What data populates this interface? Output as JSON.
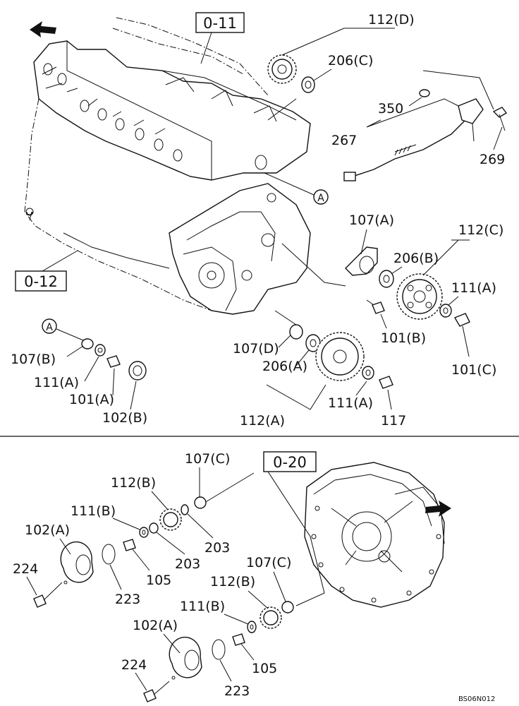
{
  "sections": {
    "upper": {
      "refs": {
        "cylinder_head": "0-11",
        "cylinder_block": "0-12"
      },
      "labels": {
        "p112d": "112(D)",
        "p206c": "206(C)",
        "p350": "350",
        "p267": "267",
        "p269": "269",
        "markA1": "A",
        "markA2": "A",
        "p107a": "107(A)",
        "p112c": "112(C)",
        "p206b": "206(B)",
        "p111a_r": "111(A)",
        "p101b": "101(B)",
        "p101c": "101(C)",
        "p107b": "107(B)",
        "p111a_l": "111(A)",
        "p101a": "101(A)",
        "p102b": "102(B)",
        "p107d": "107(D)",
        "p206a": "206(A)",
        "p111a_b": "111(A)",
        "p117": "117",
        "p112a": "112(A)"
      }
    },
    "lower": {
      "refs": {
        "flywheel_housing": "0-20"
      },
      "labels": {
        "p107c_t": "107(C)",
        "p112b_t": "112(B)",
        "p111b_t": "111(B)",
        "p102a_t": "102(A)",
        "p224_t": "224",
        "p203_a": "203",
        "p203_b": "203",
        "p105_t": "105",
        "p223_t": "223",
        "p107c_b": "107(C)",
        "p112b_b": "112(B)",
        "p111b_b": "111(B)",
        "p102a_b": "102(A)",
        "p224_b": "224",
        "p105_b": "105",
        "p223_b": "223"
      }
    }
  },
  "drawing_code": "BS06N012",
  "icons": {
    "front_arrow": "arrow-icon",
    "ref_marker": "circle-letter-icon"
  }
}
